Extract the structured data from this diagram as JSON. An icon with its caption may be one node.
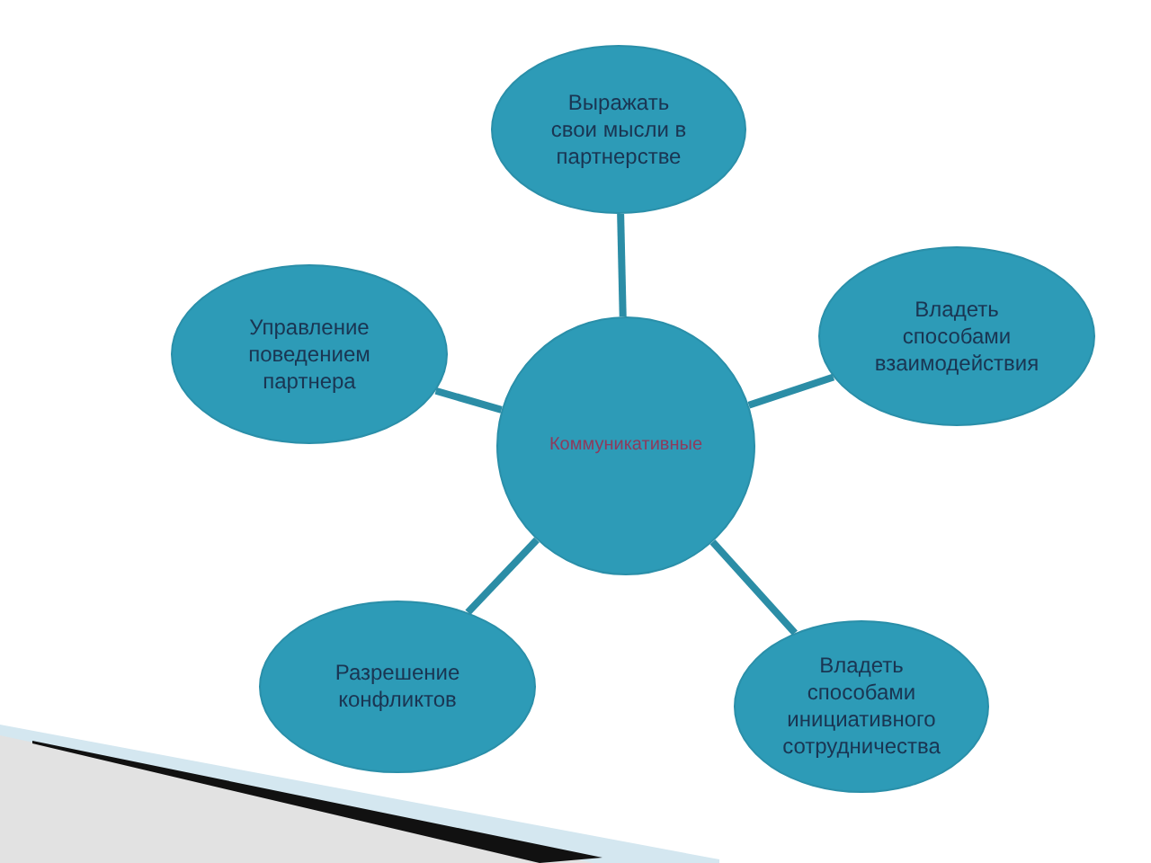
{
  "diagram": {
    "nodes": [
      {
        "text": [
          "Выражать свои мысли в партнерстве"
        ]
      },
      {
        "text": [
          "Управление поведением партнера"
        ]
      },
      {
        "text": [
          "Владеть способами взаимодействия"
        ]
      },
      {
        "text": [
          "Коммуникативные"
        ]
      },
      {
        "text": [
          "Разрешение конфликтов"
        ]
      },
      {
        "text": [
          "Владеть способами инициативного сотрудничества"
        ]
      }
    ],
    "edges": [
      {
        "from": 3,
        "to": 0,
        "arrow": "none"
      },
      {
        "from": 3,
        "to": 1,
        "arrow": "none"
      },
      {
        "from": 3,
        "to": 2,
        "arrow": "none"
      },
      {
        "from": 3,
        "to": 4,
        "arrow": "none"
      },
      {
        "from": 3,
        "to": 5,
        "arrow": "none"
      }
    ]
  }
}
